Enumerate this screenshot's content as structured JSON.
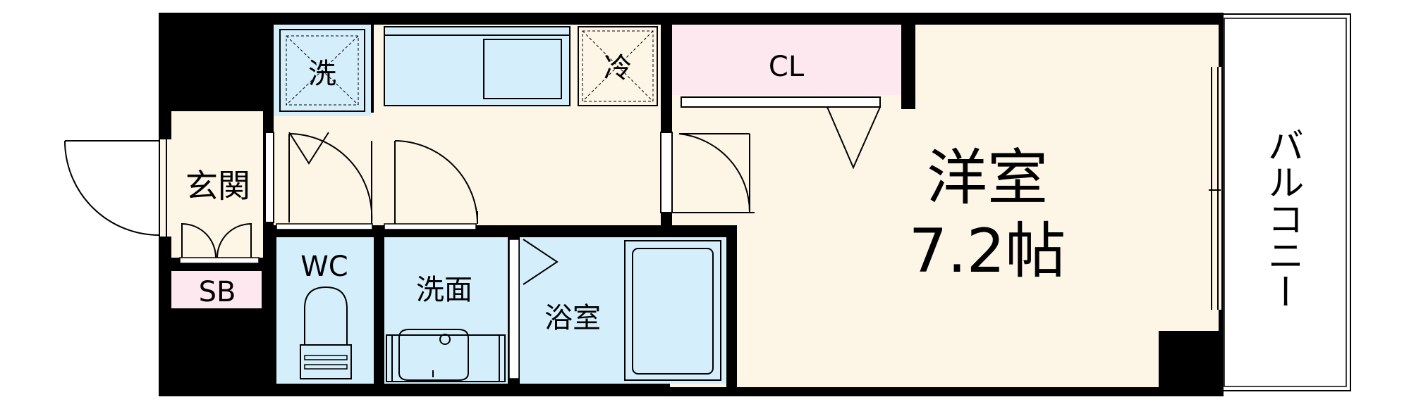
{
  "floorplan": {
    "rooms": {
      "western": {
        "name": "洋室",
        "size": "7.2帖"
      },
      "closet": "CL",
      "washer": "洗",
      "fridge": "冷",
      "entrance": "玄関",
      "shoe_box": "SB",
      "toilet": "WC",
      "washroom": "洗面",
      "bath": "浴室",
      "balcony": "バルコニー"
    },
    "colors": {
      "floor": "#fdf5e6",
      "wet_area": "#d4effb",
      "closet": "#fde8ef",
      "wall": "#000000"
    }
  }
}
